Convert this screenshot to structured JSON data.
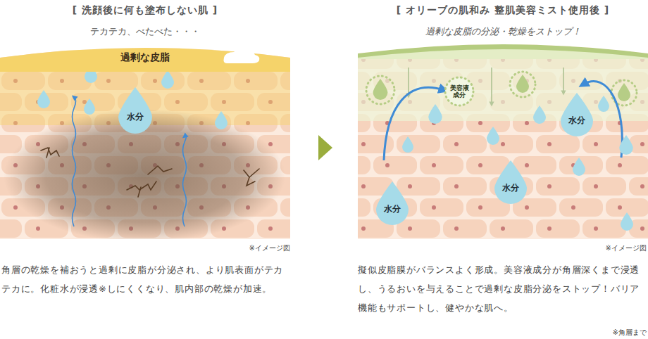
{
  "diagram": {
    "nodes": [
      {
        "text": [
          "[ 洗顔後に何も塗布しない肌 ]",
          "テカテカ、べたべた・・・"
        ]
      },
      {
        "text": [
          "過剰な皮脂"
        ],
        "in": 0
      },
      {
        "text": [
          "水分"
        ],
        "in": 0
      },
      {
        "text": [
          "[ オリーブの肌和み 整肌美容ミスト使用後 ]",
          "過剰な皮脂の分泌・乾燥をストップ！"
        ]
      },
      {
        "text": [
          "美容液成分"
        ],
        "in": 3
      },
      {
        "text": [
          "水分"
        ],
        "in": 3
      },
      {
        "text": [
          "水分"
        ],
        "in": 3
      },
      {
        "text": [
          "水分"
        ],
        "in": 3
      }
    ],
    "labels": [
      "※イメージ図",
      "角層の乾燥を補おうと過剰に皮脂が分泌され、より肌表面がテカテカに。化粧水が浸透※しにくくなり、肌内部の乾燥が加速。",
      "※イメージ図",
      "擬似皮脂膜がバランスよく形成。美容液成分が角層深くまで浸透し、うるおいを与えることで過剰な皮脂分泌をストップ！バリア機能もサポートし、健やかな肌へ。",
      "※角層まで"
    ]
  }
}
